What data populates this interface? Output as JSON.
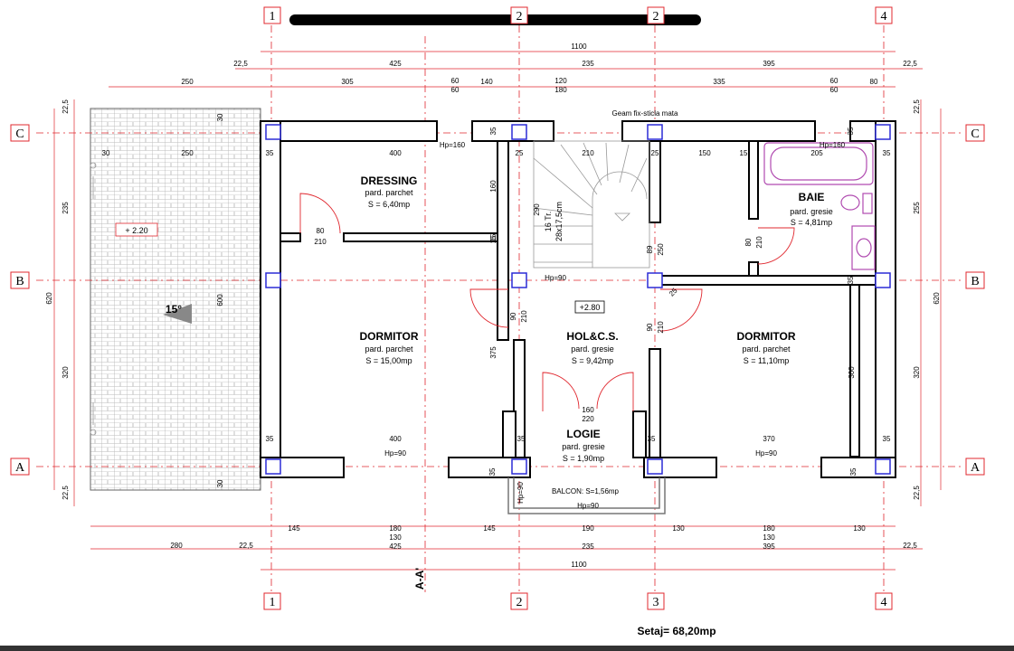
{
  "axes": {
    "columns": [
      "1",
      "2",
      "2",
      "4"
    ],
    "columns_bottom": [
      "1",
      "2",
      "3",
      "4"
    ],
    "rows": [
      "C",
      "B",
      "A"
    ]
  },
  "top_dims": {
    "total": "1100",
    "left_edge": "22,5",
    "right_edge": "22,5",
    "segments": [
      "425",
      "235",
      "395"
    ],
    "sub": [
      "250",
      "305",
      "60",
      "60",
      "140",
      "120",
      "180",
      "335",
      "60",
      "60",
      "80"
    ]
  },
  "bottom_dims": {
    "row1": [
      "145",
      "180",
      "145",
      "190",
      "130",
      "180",
      "130"
    ],
    "row1_sub": [
      "130",
      "130"
    ],
    "row2": [
      "280",
      "22,5",
      "425",
      "235",
      "395",
      "22,5"
    ],
    "total": "1100"
  },
  "left_dims": [
    "22,5",
    "235",
    "620",
    "320",
    "22,5"
  ],
  "right_dims": [
    "22,5",
    "255",
    "620",
    "320",
    "22,5"
  ],
  "interior_dims": [
    "30",
    "250",
    "35",
    "400",
    "35",
    "25",
    "210",
    "25",
    "150",
    "15",
    "205",
    "35",
    "30",
    "30",
    "600",
    "400",
    "370",
    "35",
    "35",
    "35",
    "35",
    "35",
    "35",
    "35",
    "35",
    "35",
    "160",
    "15",
    "290",
    "80",
    "210",
    "89",
    "250",
    "80",
    "210",
    "90",
    "210",
    "90",
    "210",
    "375",
    "300",
    "160",
    "220",
    "25",
    "15"
  ],
  "labels": {
    "glass_note": "Geam fix-sticla mata",
    "hp160a": "Hp=160",
    "hp160b": "Hp=160",
    "hp90_stair": "Hp=90",
    "hp90_left": "Hp=90",
    "hp90_right": "Hp=90",
    "hp90_balcony": "Hp=90",
    "hp90_vert": "Hp=90",
    "stair": "16 Tr.",
    "stair2": "28x17,5cm",
    "level_roof": "+ 2.20",
    "level_hall": "+2.80",
    "slope": "15°",
    "section": "A-A'",
    "total_area": "Setaj= 68,20mp"
  },
  "rooms": [
    {
      "name": "DRESSING",
      "floor": "pard. parchet",
      "area": "S = 6,40mp"
    },
    {
      "name": "BAIE",
      "floor": "pard. gresie",
      "area": "S = 4,81mp"
    },
    {
      "name": "DORMITOR",
      "floor": "pard. parchet",
      "area": "S = 15,00mp"
    },
    {
      "name": "HOL&C.S.",
      "floor": "pard. gresie",
      "area": "S = 9,42mp"
    },
    {
      "name": "DORMITOR",
      "floor": "pard. parchet",
      "area": "S = 11,10mp"
    },
    {
      "name": "LOGIE",
      "floor": "pard. gresie",
      "area": "S = 1,90mp"
    }
  ],
  "balcony": "BALCON: S=1,56mp",
  "colors": {
    "wall": "#000000",
    "dim": "#e0282f",
    "pillar": "#2b2bd6",
    "sanitary": "#b04ab0",
    "roof": "#cccccc"
  }
}
